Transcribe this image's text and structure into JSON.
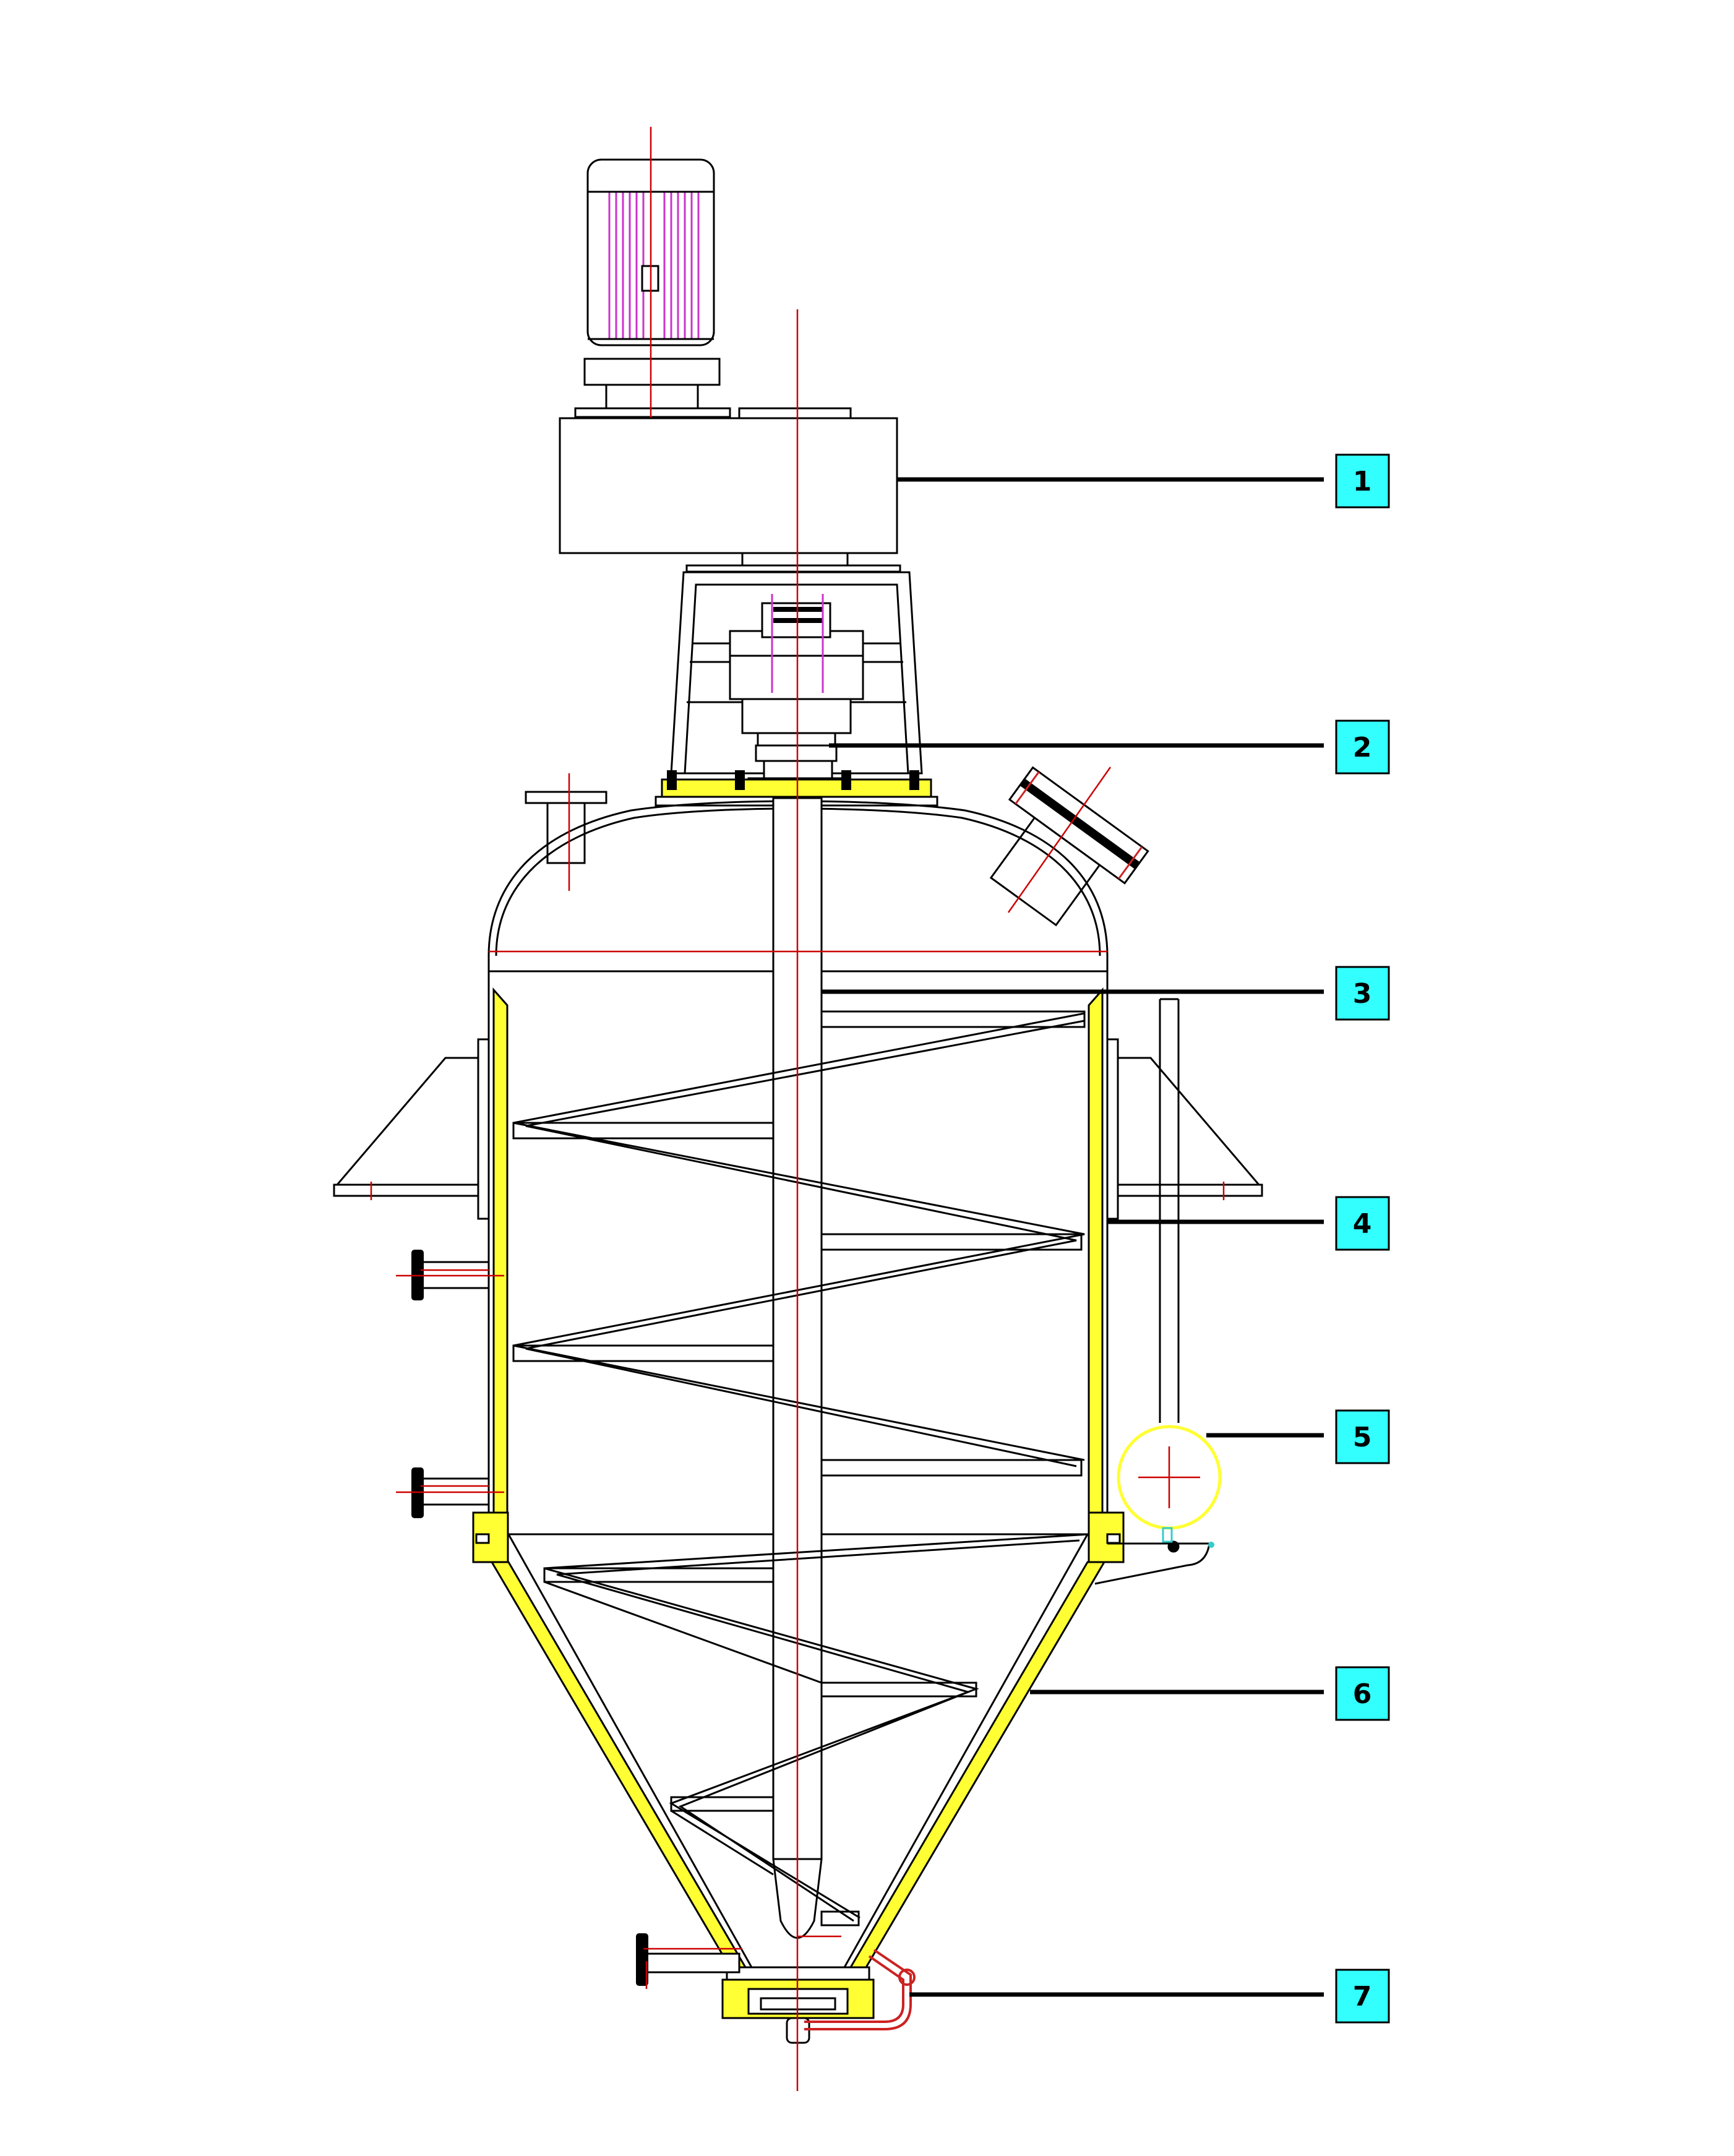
{
  "colors": {
    "outline": "#000000",
    "centerline": "#cc0000",
    "jacket": "#ffff33",
    "motor_winding": "#cc33cc",
    "callout_box": "#33ffff",
    "pipe_red": "#cc2222",
    "bracket_cyan": "#33cccc"
  },
  "callouts": [
    {
      "id": "1",
      "text": "1"
    },
    {
      "id": "2",
      "text": "2"
    },
    {
      "id": "3",
      "text": "3"
    },
    {
      "id": "4",
      "text": "4"
    },
    {
      "id": "5",
      "text": "5"
    },
    {
      "id": "6",
      "text": "6"
    },
    {
      "id": "7",
      "text": "7"
    }
  ]
}
